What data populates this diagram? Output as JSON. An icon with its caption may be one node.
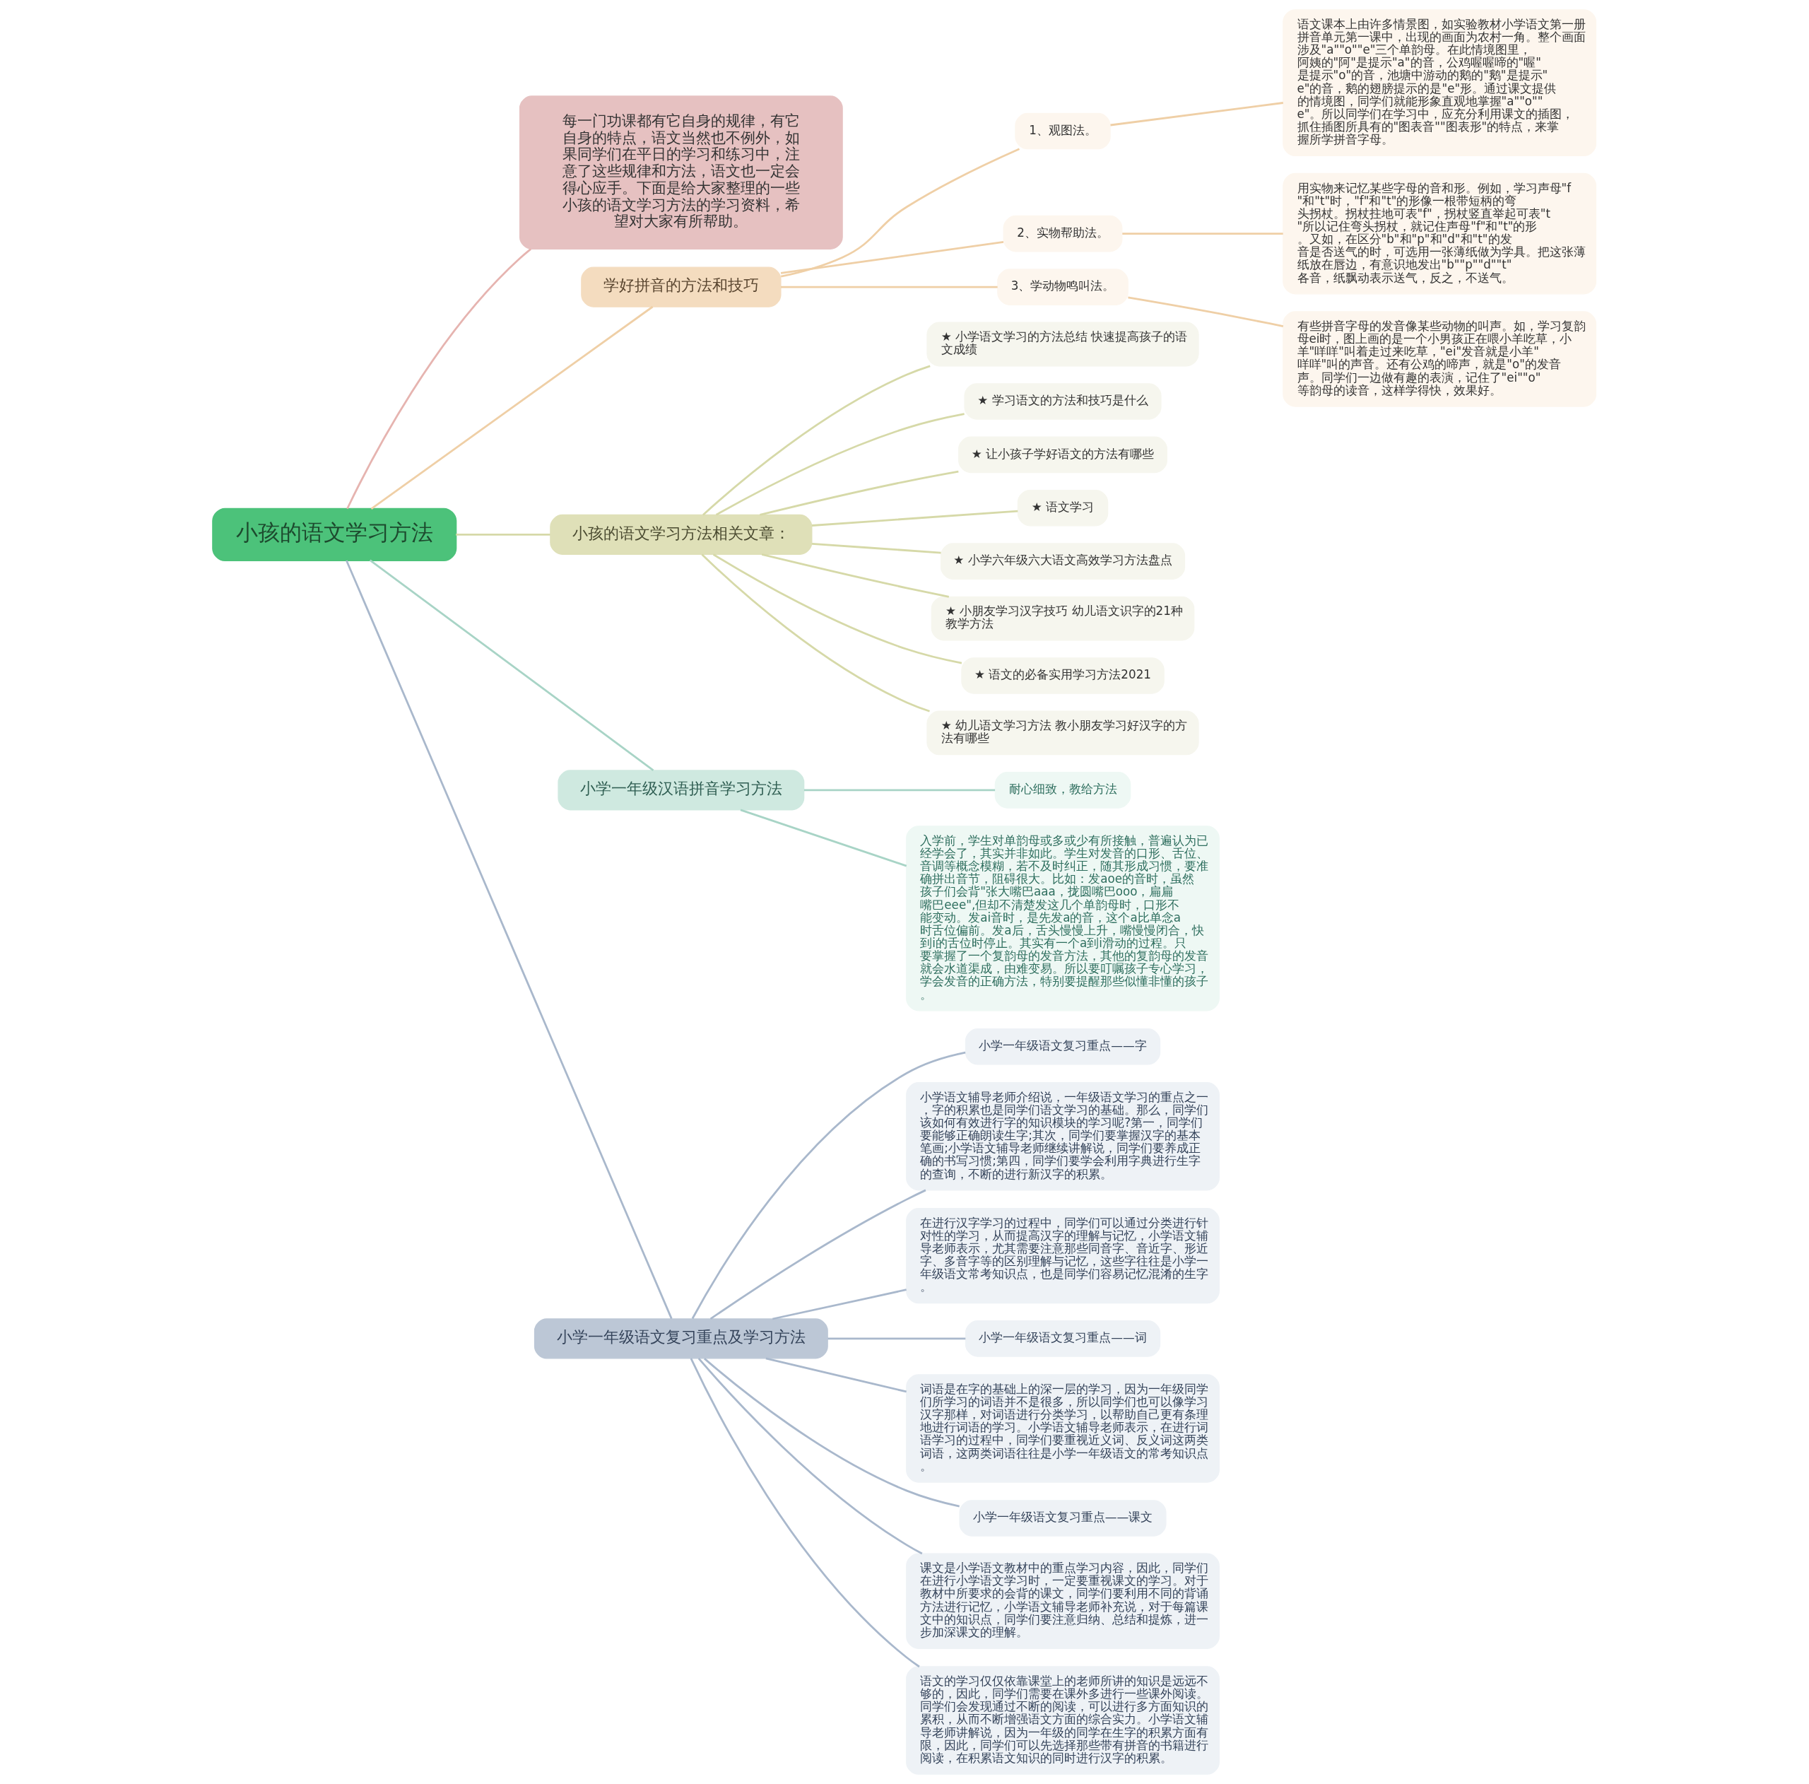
{
  "diagram": {
    "nodes": [
      {
        "text": [
          "小孩的语文学习方法"
        ]
      },
      {
        "text": [
          "每一门功课都有它自身的规律，有它自身的特点，语文当然也不例外，如果同学们在平日的学习和练习中，注意了这些规律和方法，语文也一定会得心应手。下面是给大家整理的一些小孩的语文学习方法的学习资料，希望对大家有所帮助。"
        ]
      },
      {
        "text": [
          "学好拼音的方法和技巧"
        ]
      },
      {
        "text": [
          "1、观图法。"
        ]
      },
      {
        "text": [
          "语文课本上由许多情景图，如实验教材小学语文第一册拼音单元第一课中，出现的画面为农村一角。整个画面涉及\"a\"\"o\"\"e\"三个单韵母。在此情境图里，阿姨的\"阿\"是提示\"a\"的音，公鸡喔喔啼的\"喔\"是提示\"o\"的音，池塘中游动的鹅的\"鹅\"是提示\"e\"的音，鹅的翅膀提示的是\"e\"形。通过课文提供的情境图，同学们就能形象直观地掌握\"a\"\"o\"\"e\"。所以同学们在学习中，应充分利用课文的插图，抓住插图所具有的\"图表音\"\"图表形\"的特点，来掌握所学拼音字母。"
        ]
      },
      {
        "text": [
          "2、实物帮助法。"
        ]
      },
      {
        "text": [
          "用实物来记忆某些字母的音和形。例如，学习声母\"f\"和\"t\"时，\"f\"和\"t\"的形像一根带短柄的弯头拐杖。拐杖拄地可表\"f\"，拐杖竖直举起可表\"t\"所以记住弯头拐杖，就记住声母\"f\"和\"t\"的形。又如，在区分\"b\"和\"p\"和\"d\"和\"t\"的发音是否送气的时，可选用一张薄纸做为学具。把这张薄纸放在唇边，有意识地发出\"b\"\"p\"\"d\"\"t\"各音，纸飘动表示送气，反之，不送气。"
        ]
      },
      {
        "text": [
          "3、学动物鸣叫法。"
        ]
      },
      {
        "text": [
          "有些拼音字母的发音像某些动物的叫声。如，学习复韵母ei时，图上画的是一个小男孩正在喂小羊吃草，小羊\"咩咩\"叫着走过来吃草，\"ei\"发音就是小羊\"咩咩\"叫的声音。还有公鸡的啼声，就是\"o\"的发音声。同学们一边做有趣的表演，记住了\"ei\"\"o\"等韵母的读音，这样学得快，效果好。"
        ]
      },
      {
        "text": [
          "小孩的语文学习方法相关文章："
        ]
      },
      {
        "text": [
          "★ 小学语文学习的方法总结 快速提高孩子的语文成绩"
        ]
      },
      {
        "text": [
          "★ 学习语文的方法和技巧是什么"
        ]
      },
      {
        "text": [
          "★ 让小孩子学好语文的方法有哪些"
        ]
      },
      {
        "text": [
          "★ 语文学习"
        ]
      },
      {
        "text": [
          "★ 小学六年级六大语文高效学习方法盘点"
        ]
      },
      {
        "text": [
          "★ 小朋友学习汉字技巧 幼儿语文识字的21种教学方法"
        ]
      },
      {
        "text": [
          "★ 语文的必备实用学习方法2021"
        ]
      },
      {
        "text": [
          "★ 幼儿语文学习方法 教小朋友学习好汉字的方法有哪些"
        ]
      },
      {
        "text": [
          "小学一年级汉语拼音学习方法"
        ]
      },
      {
        "text": [
          "耐心细致，教给方法"
        ]
      },
      {
        "text": [
          "入学前，学生对单韵母或多或少有所接触，普遍认为已经学会了，其实并非如此。学生对发音的口形、舌位、音调等概念模糊，若不及时纠正，随其形成习惯，要准确拼出音节，阻碍很大。比如：发aoe的音时，虽然孩子们会背\"张大嘴巴aaa，拢圆嘴巴ooo，扁扁嘴巴eee\",但却不清楚发这几个单韵母时，口形不能变动。发ai音时，是先发a的音，这个a比单念a时舌位偏前。发a后，舌头慢慢上升，嘴慢慢闭合，快到i的舌位时停止。其实有一个a到i滑动的过程。只要掌握了一个复韵母的发音方法，其他的复韵母的发音就会水道渠成，由难变易。所以要叮嘱孩子专心学习，学会发音的正确方法，特别要提醒那些似懂非懂的孩子。"
        ]
      },
      {
        "text": [
          "小学一年级语文复习重点及学习方法"
        ]
      },
      {
        "text": [
          "小学一年级语文复习重点——字"
        ]
      },
      {
        "text": [
          "小学语文辅导老师介绍说，一年级语文学习的重点之一，字的积累也是同学们语文学习的基础。那么，同学们该如何有效进行字的知识模块的学习呢?第一，同学们要能够正确朗读生字;其次，同学们要掌握汉字的基本笔画;小学语文辅导老师继续讲解说，同学们要养成正确的书写习惯;第四，同学们要学会利用字典进行生字的查询，不断的进行新汉字的积累。"
        ]
      },
      {
        "text": [
          "在进行汉字学习的过程中，同学们可以通过分类进行针对性的学习，从而提高汉字的理解与记忆，小学语文辅导老师表示，尤其需要注意那些同音字、音近字、形近字、多音字等的区别理解与记忆，这些字往往是小学一年级语文常考知识点，也是同学们容易记忆混淆的生字。"
        ]
      },
      {
        "text": [
          "小学一年级语文复习重点——词"
        ]
      },
      {
        "text": [
          "词语是在字的基础上的深一层的学习，因为一年级同学们所学习的词语并不是很多，所以同学们也可以像学习汉字那样，对词语进行分类学习，以帮助自己更有条理地进行词语的学习。小学语文辅导老师表示，在进行词语学习的过程中，同学们要重视近义词、反义词这两类词语，这两类词语往往是小学一年级语文的常考知识点。"
        ]
      },
      {
        "text": [
          "小学一年级语文复习重点——课文"
        ]
      },
      {
        "text": [
          "课文是小学语文教材中的重点学习内容，因此，同学们在进行小学语文学习时，一定要重视课文的学习。对于教材中所要求的会背的课文，同学们要利用不同的背诵方法进行记忆，小学语文辅导老师补充说，对于每篇课文中的知识点，同学们要注意归纳、总结和提炼，进一步加深课文的理解。"
        ]
      },
      {
        "text": [
          "语文的学习仅仅依靠课堂上的老师所讲的知识是远远不够的，因此，同学们需要在课外多进行一些课外阅读。同学们会发现通过不断的阅读，可以进行多方面知识的累积，从而不断增强语文方面的综合实力。小学语文辅导老师讲解说，因为一年级的同学在生字的积累方面有限，因此，同学们可以先选择那些带有拼音的书籍进行阅读，在积累语文知识的同时进行汉字的积累。"
        ]
      }
    ],
    "edges": [
      {
        "from": 0,
        "to": 1,
        "arrow": "none",
        "color": "#e6b4b0"
      },
      {
        "from": 0,
        "to": 2,
        "arrow": "none",
        "color": "#efcfa6"
      },
      {
        "from": 2,
        "to": 3,
        "arrow": "none",
        "color": "#efcfa6"
      },
      {
        "from": 3,
        "to": 4,
        "arrow": "none",
        "color": "#efcfa6"
      },
      {
        "from": 2,
        "to": 5,
        "arrow": "none",
        "color": "#efcfa6"
      },
      {
        "from": 5,
        "to": 6,
        "arrow": "none",
        "color": "#efcfa6"
      },
      {
        "from": 2,
        "to": 7,
        "arrow": "none",
        "color": "#efcfa6"
      },
      {
        "from": 7,
        "to": 8,
        "arrow": "none",
        "color": "#efcfa6"
      },
      {
        "from": 0,
        "to": 9,
        "arrow": "none",
        "color": "#d6d9a8"
      },
      {
        "from": 9,
        "to": 10,
        "arrow": "none",
        "color": "#d6d9a8"
      },
      {
        "from": 9,
        "to": 11,
        "arrow": "none",
        "color": "#d6d9a8"
      },
      {
        "from": 9,
        "to": 12,
        "arrow": "none",
        "color": "#d6d9a8"
      },
      {
        "from": 9,
        "to": 13,
        "arrow": "none",
        "color": "#d6d9a8"
      },
      {
        "from": 9,
        "to": 14,
        "arrow": "none",
        "color": "#d6d9a8"
      },
      {
        "from": 9,
        "to": 15,
        "arrow": "none",
        "color": "#d6d9a8"
      },
      {
        "from": 9,
        "to": 16,
        "arrow": "none",
        "color": "#d6d9a8"
      },
      {
        "from": 9,
        "to": 17,
        "arrow": "none",
        "color": "#d6d9a8"
      },
      {
        "from": 0,
        "to": 18,
        "arrow": "none",
        "color": "#a8d4c6"
      },
      {
        "from": 18,
        "to": 19,
        "arrow": "none",
        "color": "#a8d4c6"
      },
      {
        "from": 18,
        "to": 20,
        "arrow": "none",
        "color": "#a8d4c6"
      },
      {
        "from": 0,
        "to": 21,
        "arrow": "none",
        "color": "#a9b8cc"
      },
      {
        "from": 21,
        "to": 22,
        "arrow": "none",
        "color": "#a9b8cc"
      },
      {
        "from": 21,
        "to": 23,
        "arrow": "none",
        "color": "#a9b8cc"
      },
      {
        "from": 21,
        "to": 24,
        "arrow": "none",
        "color": "#a9b8cc"
      },
      {
        "from": 21,
        "to": 25,
        "arrow": "none",
        "color": "#a9b8cc"
      },
      {
        "from": 21,
        "to": 26,
        "arrow": "none",
        "color": "#a9b8cc"
      },
      {
        "from": 21,
        "to": 27,
        "arrow": "none",
        "color": "#a9b8cc"
      },
      {
        "from": 21,
        "to": 28,
        "arrow": "none",
        "color": "#a9b8cc"
      },
      {
        "from": 21,
        "to": 29,
        "arrow": "none",
        "color": "#a9b8cc"
      }
    ]
  }
}
